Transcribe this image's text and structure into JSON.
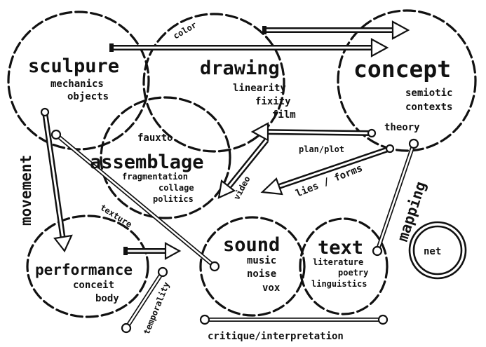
{
  "nodes": {
    "sculpture": {
      "title": "sculpure",
      "sub": [
        "mechanics",
        "objects"
      ]
    },
    "drawing": {
      "title": "drawing",
      "sub": [
        "linearity",
        "fixity",
        "film"
      ]
    },
    "concept": {
      "title": "concept",
      "sub": [
        "semiotic",
        "contexts"
      ]
    },
    "assemblage": {
      "title": "assemblage",
      "sub": [
        "fragmentation",
        "collage",
        "politics"
      ]
    },
    "performance": {
      "title": "performance",
      "sub": [
        "conceit",
        "body"
      ]
    },
    "sound": {
      "title": "sound",
      "sub": [
        "music",
        "noise",
        "vox"
      ]
    },
    "text": {
      "title": "text",
      "sub": [
        "literature",
        "poetry",
        "linguistics"
      ]
    },
    "net": {
      "title": "net"
    }
  },
  "labels": {
    "color": "color",
    "fauxto": "fauxto",
    "theory": "theory",
    "plan_plot": "plan/plot",
    "video": "video",
    "lies_forms": "lies / forms",
    "movement": "movement",
    "mapping": "mapping",
    "texture": "texture",
    "temporality": "temporality",
    "critique": "critique/interpretation"
  }
}
